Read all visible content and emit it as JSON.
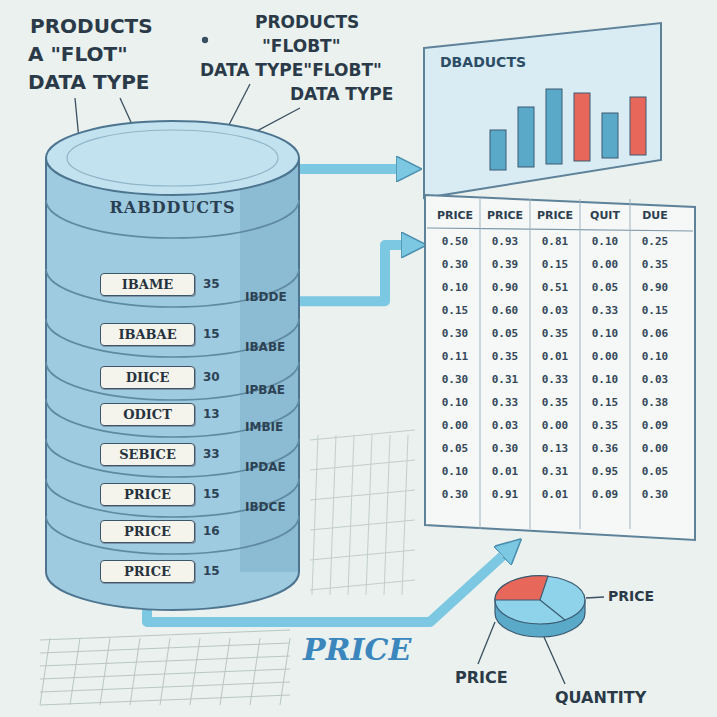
{
  "diagram": {
    "nodes": [
      {
        "text": [
          "RABDDUCTS"
        ]
      },
      {
        "text": [
          "IBAME"
        ],
        "in": 0
      },
      {
        "text": [
          "IBABAE"
        ],
        "in": 0
      },
      {
        "text": [
          "DIICE"
        ],
        "in": 0
      },
      {
        "text": [
          "ODICT"
        ],
        "in": 0
      },
      {
        "text": [
          "SEBICE"
        ],
        "in": 0
      },
      {
        "text": [
          "PRICE"
        ],
        "in": 0
      },
      {
        "text": [
          "PRICE"
        ],
        "in": 0
      },
      {
        "text": [
          "PRICE"
        ],
        "in": 0
      },
      {
        "text": [
          "DBADUCTS"
        ]
      },
      {
        "text": [
          "PRICE",
          "PRICE",
          "PRICE",
          "QUIT",
          "DUE"
        ]
      }
    ],
    "edges": [
      {
        "from": 0,
        "to": 9,
        "arrow": "to"
      },
      {
        "from": 0,
        "to": 10,
        "arrow": "to"
      },
      {
        "from": 0,
        "to": 10,
        "arrow": "to",
        "label": "PRICE"
      }
    ],
    "labels": [
      "PRODUCTS",
      "A \"FLOT\"",
      "DATA TYPE",
      "PRODUCTS",
      "\"FLOBT\"",
      "DATA TYPE\"FLOBT\"",
      "DATA TYPE",
      "35",
      "15",
      "30",
      "13",
      "33",
      "15",
      "16",
      "15",
      "IBDDE",
      "IBABE",
      "IPBAE",
      "IMBIE",
      "IPDAE",
      "IBDCE",
      "0.50",
      "0.93",
      "0.81",
      "0.10",
      "0.25",
      "0.30",
      "0.39",
      "0.15",
      "0.00",
      "0.35",
      "0.10",
      "0.90",
      "0.51",
      "0.05",
      "0.90",
      "0.15",
      "0.60",
      "0.03",
      "0.33",
      "0.15",
      "0.30",
      "0.05",
      "0.35",
      "0.10",
      "0.06",
      "0.11",
      "0.35",
      "0.01",
      "0.00",
      "0.10",
      "0.30",
      "0.31",
      "0.33",
      "0.10",
      "0.03",
      "0.10",
      "0.33",
      "0.35",
      "0.15",
      "0.38",
      "0.00",
      "0.03",
      "0.00",
      "0.35",
      "0.09",
      "0.05",
      "0.30",
      "0.13",
      "0.36",
      "0.00",
      "0.10",
      "0.01",
      "0.31",
      "0.95",
      "0.05",
      "0.30",
      "0.91",
      "0.01",
      "0.09",
      "0.30",
      "PRICE",
      "PRICE",
      "QUANTITY"
    ]
  }
}
